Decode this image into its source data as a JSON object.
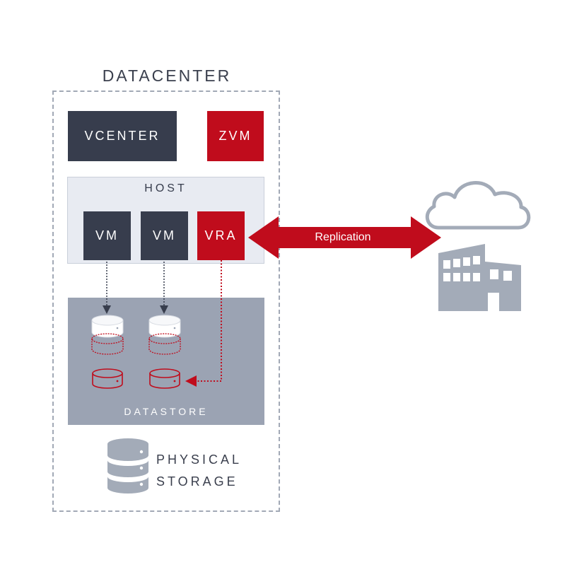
{
  "datacenter": {
    "title": "DATACENTER"
  },
  "boxes": {
    "vcenter": "VCENTER",
    "zvm": "ZVM",
    "host": "HOST",
    "vm1": "VM",
    "vm2": "VM",
    "vra": "VRA"
  },
  "datastore": {
    "label": "DATASTORE"
  },
  "physical_storage": {
    "line1": "PHYSICAL",
    "line2": "STORAGE"
  },
  "replication": {
    "label": "Replication"
  },
  "remote_site": {
    "icons": [
      "cloud-icon",
      "building-icon"
    ]
  },
  "colors": {
    "dark": "#373d4d",
    "accent_red": "#c00c1c",
    "host_bg": "#e8ebf2",
    "datastore_bg": "#9ba3b3",
    "icon_gray": "#a3abb8"
  }
}
